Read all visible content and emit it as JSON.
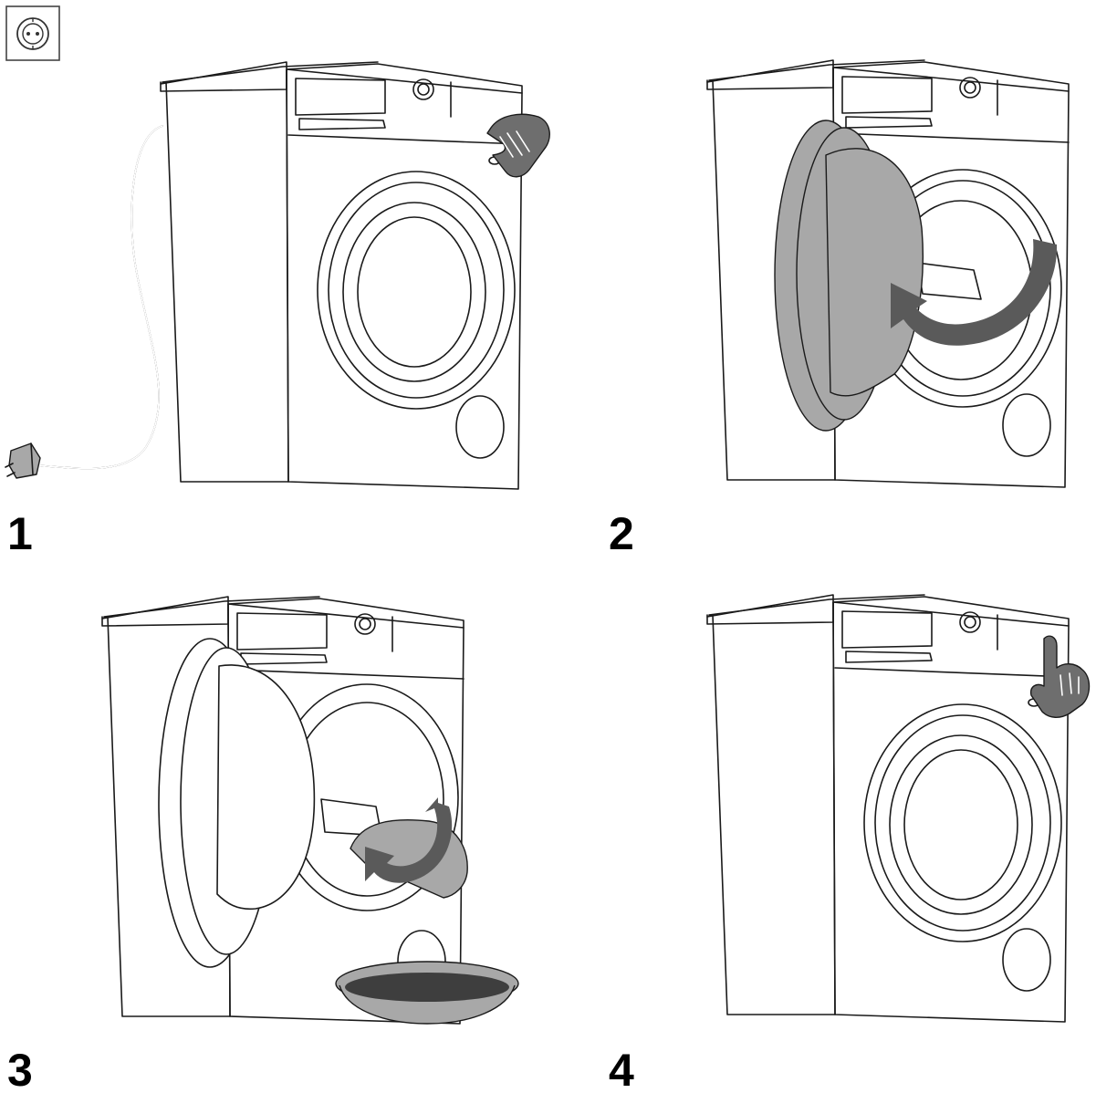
{
  "steps": [
    {
      "number": "1"
    },
    {
      "number": "2"
    },
    {
      "number": "3"
    },
    {
      "number": "4"
    }
  ],
  "icons": {
    "header": "power-socket-icon",
    "step1": [
      "power-plug-icon",
      "hand-icon"
    ],
    "step2": [
      "curved-arrow-icon"
    ],
    "step3": [
      "curved-arrow-icon",
      "drip-tray-icon"
    ],
    "step4": [
      "pointing-hand-icon"
    ]
  },
  "colors": {
    "line": "#1a1a1a",
    "accent_gray": "#6e6e6e",
    "light_gray": "#a8a8a8",
    "background": "#ffffff"
  }
}
